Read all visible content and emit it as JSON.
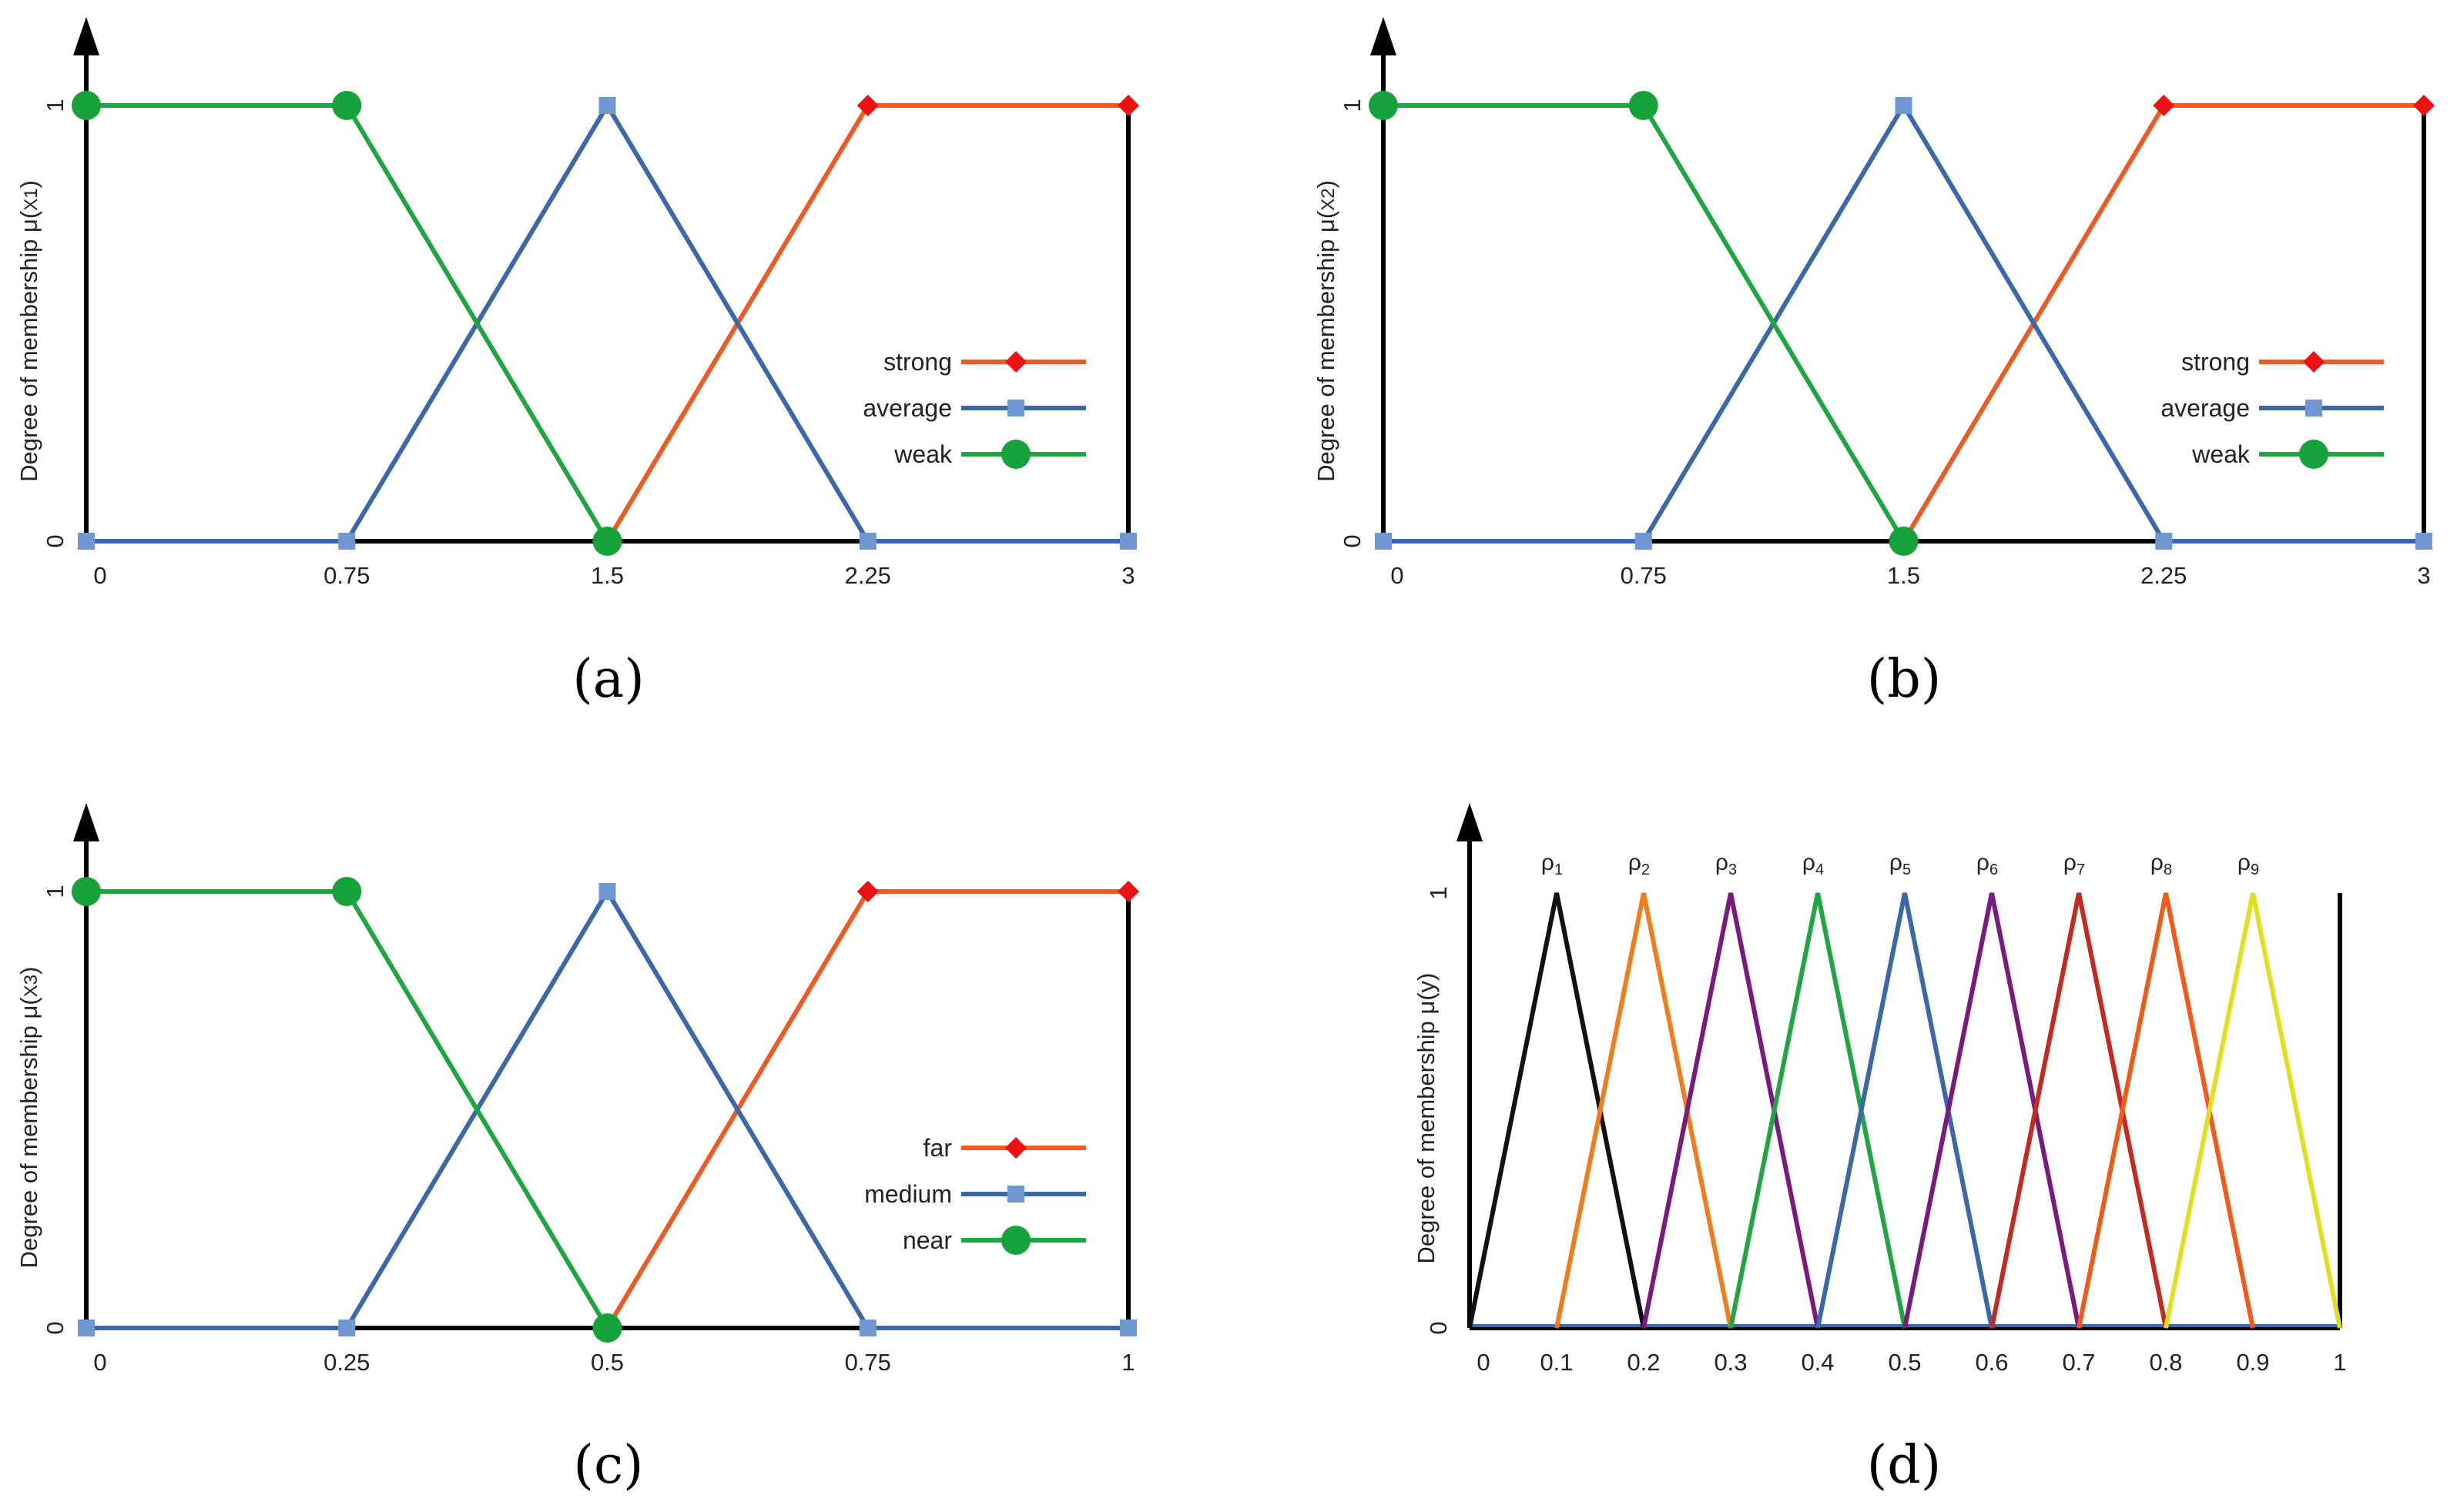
{
  "chart_data": [
    {
      "type": "line",
      "caption": "(a)",
      "ylabel_main": "Degree of membership μ(",
      "ylabel_sub": "X1",
      "ylabel_tail": ")",
      "xticks": [
        "0",
        "0.75",
        "1.5",
        "2.25",
        "3"
      ],
      "yticks": [
        "0",
        "1"
      ],
      "xlim": [
        0,
        3
      ],
      "ylim": [
        0,
        1
      ],
      "series": [
        {
          "name": "strong",
          "color": "#f05a22",
          "marker": "diamond",
          "marker_color": "#ee1111",
          "x": [
            1.5,
            2.25,
            3
          ],
          "y": [
            0,
            1,
            1
          ]
        },
        {
          "name": "average",
          "color": "#3a68a8",
          "marker": "square",
          "marker_color": "#6f98d2",
          "x": [
            0,
            0.75,
            1.5,
            2.25,
            3
          ],
          "y": [
            0,
            0,
            1,
            0,
            0
          ]
        },
        {
          "name": "weak",
          "color": "#1ea640",
          "marker": "circle",
          "marker_color": "#16a23a",
          "x": [
            0,
            0.75,
            1.5
          ],
          "y": [
            1,
            1,
            0
          ]
        }
      ]
    },
    {
      "type": "line",
      "caption": "(b)",
      "ylabel_main": "Degree of membership μ(",
      "ylabel_sub": "X2",
      "ylabel_tail": ")",
      "xticks": [
        "0",
        "0.75",
        "1.5",
        "2.25",
        "3"
      ],
      "yticks": [
        "0",
        "1"
      ],
      "xlim": [
        0,
        3
      ],
      "ylim": [
        0,
        1
      ],
      "series": [
        {
          "name": "strong",
          "color": "#f05a22",
          "marker": "diamond",
          "marker_color": "#ee1111",
          "x": [
            1.5,
            2.25,
            3
          ],
          "y": [
            0,
            1,
            1
          ]
        },
        {
          "name": "average",
          "color": "#3a68a8",
          "marker": "square",
          "marker_color": "#6f98d2",
          "x": [
            0,
            0.75,
            1.5,
            2.25,
            3
          ],
          "y": [
            0,
            0,
            1,
            0,
            0
          ]
        },
        {
          "name": "weak",
          "color": "#1ea640",
          "marker": "circle",
          "marker_color": "#16a23a",
          "x": [
            0,
            0.75,
            1.5
          ],
          "y": [
            1,
            1,
            0
          ]
        }
      ]
    },
    {
      "type": "line",
      "caption": "(c)",
      "ylabel_main": "Degree of membership μ(",
      "ylabel_sub": "X3",
      "ylabel_tail": ")",
      "xticks": [
        "0",
        "0.25",
        "0.5",
        "0.75",
        "1"
      ],
      "yticks": [
        "0",
        "1"
      ],
      "xlim": [
        0,
        1
      ],
      "ylim": [
        0,
        1
      ],
      "series": [
        {
          "name": "far",
          "color": "#f05a22",
          "marker": "diamond",
          "marker_color": "#ee1111",
          "x": [
            0.5,
            0.75,
            1
          ],
          "y": [
            0,
            1,
            1
          ]
        },
        {
          "name": "medium",
          "color": "#3a68a8",
          "marker": "square",
          "marker_color": "#6f98d2",
          "x": [
            0,
            0.25,
            0.5,
            0.75,
            1
          ],
          "y": [
            0,
            0,
            1,
            0,
            0
          ]
        },
        {
          "name": "near",
          "color": "#1ea640",
          "marker": "circle",
          "marker_color": "#16a23a",
          "x": [
            0,
            0.25,
            0.5
          ],
          "y": [
            1,
            1,
            0
          ]
        }
      ]
    },
    {
      "type": "line",
      "caption": "(d)",
      "ylabel_main": "Degree of membership μ(y)",
      "ylabel_sub": "",
      "ylabel_tail": "",
      "xticks": [
        "0",
        "0.1",
        "0.2",
        "0.3",
        "0.4",
        "0.5",
        "0.6",
        "0.7",
        "0.8",
        "0.9",
        "1"
      ],
      "yticks": [
        "0",
        "1"
      ],
      "xlim": [
        0,
        1
      ],
      "ylim": [
        0,
        1
      ],
      "baseline_color": "#3a68a8",
      "series": [
        {
          "label": "ρ",
          "sub": "1",
          "color": "#111111",
          "x": [
            0,
            0.1,
            0.2
          ],
          "y": [
            0,
            1,
            0
          ]
        },
        {
          "label": "ρ",
          "sub": "2",
          "color": "#f07d1a",
          "x": [
            0.1,
            0.2,
            0.3
          ],
          "y": [
            0,
            1,
            0
          ]
        },
        {
          "label": "ρ",
          "sub": "3",
          "color": "#7a1a80",
          "x": [
            0.2,
            0.3,
            0.4
          ],
          "y": [
            0,
            1,
            0
          ]
        },
        {
          "label": "ρ",
          "sub": "4",
          "color": "#1ea640",
          "x": [
            0.3,
            0.4,
            0.5
          ],
          "y": [
            0,
            1,
            0
          ]
        },
        {
          "label": "ρ",
          "sub": "5",
          "color": "#3a68a8",
          "x": [
            0.4,
            0.5,
            0.6
          ],
          "y": [
            0,
            1,
            0
          ]
        },
        {
          "label": "ρ",
          "sub": "6",
          "color": "#7a1a80",
          "x": [
            0.5,
            0.6,
            0.7
          ],
          "y": [
            0,
            1,
            0
          ]
        },
        {
          "label": "ρ",
          "sub": "7",
          "color": "#c42a20",
          "x": [
            0.6,
            0.7,
            0.8
          ],
          "y": [
            0,
            1,
            0
          ]
        },
        {
          "label": "ρ",
          "sub": "8",
          "color": "#f25a15",
          "x": [
            0.7,
            0.8,
            0.9
          ],
          "y": [
            0,
            1,
            0
          ]
        },
        {
          "label": "ρ",
          "sub": "9",
          "color": "#e0e020",
          "x": [
            0.8,
            0.9,
            1.0
          ],
          "y": [
            0,
            1,
            0
          ]
        }
      ]
    }
  ]
}
